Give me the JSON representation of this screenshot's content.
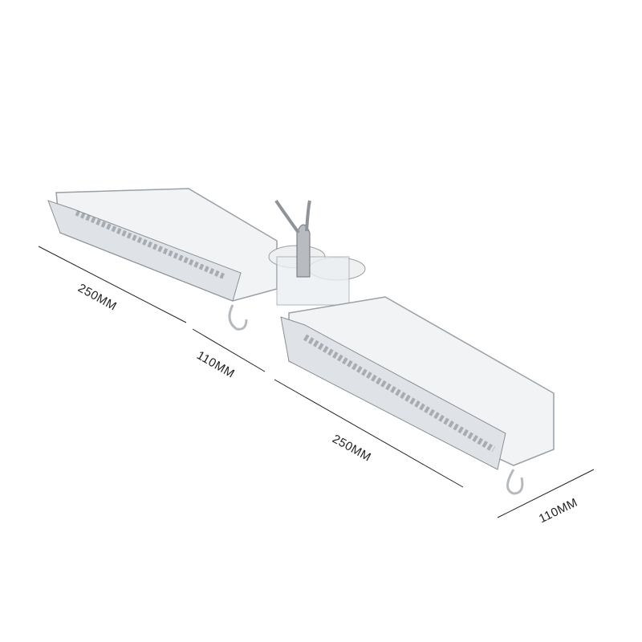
{
  "product": {
    "accent_colors": {
      "acrylic": "#e6e9ec",
      "edge": "#9aa0a6",
      "chrome": "#b8bcc0",
      "line": "#222222"
    }
  },
  "dimensions": [
    {
      "label": "250MM"
    },
    {
      "label": "110MM"
    },
    {
      "label": "250MM"
    },
    {
      "label": "110MM"
    }
  ]
}
